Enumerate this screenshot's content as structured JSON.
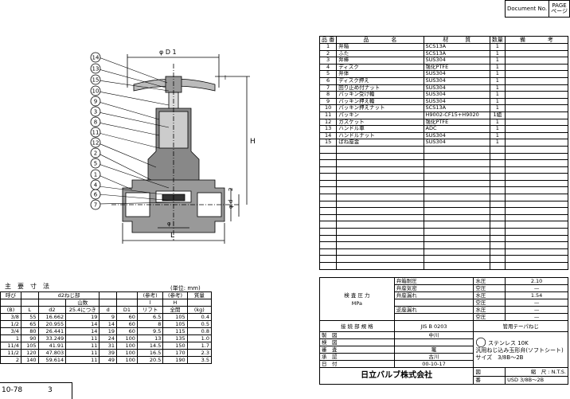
{
  "header": {
    "document_no_label": "Document No.",
    "page_label": "PAGE\nページ"
  },
  "drawing": {
    "d1_label": "φ D 1",
    "h_label": "H",
    "l_label": "L",
    "l_small": "l",
    "phi_l": "φ l",
    "phi_d": "φ d",
    "num2": "2",
    "callouts": [
      "14",
      "13",
      "15",
      "10",
      "9",
      "3",
      "8",
      "11",
      "12",
      "2",
      "5",
      "1",
      "4",
      "6",
      "7"
    ]
  },
  "parts": {
    "headers": [
      "品 番",
      "品　　　　名",
      "材　　　質",
      "数量",
      "備　　　　考"
    ],
    "rows": [
      [
        "1",
        "弁箱",
        "SCS13A",
        "1",
        ""
      ],
      [
        "2",
        "ふた",
        "SCS13A",
        "1",
        ""
      ],
      [
        "3",
        "弁棒",
        "SUS304",
        "1",
        ""
      ],
      [
        "4",
        "ディスク",
        "強化PTFE",
        "1",
        ""
      ],
      [
        "5",
        "弁体",
        "SUS304",
        "1",
        ""
      ],
      [
        "6",
        "ディスク押え",
        "SUS304",
        "1",
        ""
      ],
      [
        "7",
        "回り止め付ナット",
        "SUS304",
        "1",
        ""
      ],
      [
        "8",
        "パッキン受け輪",
        "SUS304",
        "1",
        ""
      ],
      [
        "9",
        "パッキン押え輪",
        "SUS304",
        "1",
        ""
      ],
      [
        "10",
        "パッキン押えナット",
        "SCS13A",
        "1",
        ""
      ],
      [
        "11",
        "パッキン",
        "H9002-CF15+H9020",
        "1組",
        ""
      ],
      [
        "12",
        "ガスケット",
        "強化PTFE",
        "1",
        ""
      ],
      [
        "13",
        "ハンドル車",
        "ADC",
        "1",
        ""
      ],
      [
        "14",
        "ハンドルナット",
        "SUS304",
        "1",
        ""
      ],
      [
        "15",
        "ばね座金",
        "SUS304",
        "1",
        ""
      ]
    ],
    "empty_rows": 18
  },
  "inspection": {
    "label": "検 査 圧 力",
    "unit": "MPa",
    "rows": [
      [
        "弁箱耐圧",
        "",
        "水圧",
        "2.10"
      ],
      [
        "弁座気密",
        "",
        "空圧",
        "—"
      ],
      [
        "弁座漏れ",
        "",
        "水圧",
        "1.54"
      ],
      [
        "",
        "",
        "空圧",
        "—"
      ],
      [
        "逆座漏れ",
        "",
        "水圧",
        "—"
      ],
      [
        "",
        "",
        "空圧",
        "—"
      ]
    ],
    "connection_label": "接 続 部 規 格",
    "connection_value": "JIS B 0203",
    "connection_note": "管用テーパねじ",
    "approvals": [
      {
        "label": "製　図",
        "value": "中川"
      },
      {
        "label": "検　図",
        "value": ""
      },
      {
        "label": "審　査",
        "value": "竃"
      },
      {
        "label": "承　認",
        "value": "古川"
      },
      {
        "label": "日　付",
        "value": "00-10-17"
      }
    ],
    "product_line1": "ステンレス 10K",
    "product_line2": "汎用ねじ込み玉形弁(ソフトシート)",
    "size_label": "サイズ",
    "size_value": "3/8B～2B",
    "company": "日立バルブ株式会社",
    "fig_label": "図",
    "scale_label": "縮　尺 : N.T.S.",
    "no_label": "番",
    "drawing_no": "USD 3/8B～2B"
  },
  "dims": {
    "title": "主　要　寸　法",
    "unit": "(単位: mm)",
    "h1": [
      "呼び",
      "",
      "d2ねじ部",
      "",
      "",
      "",
      "(参考)",
      "(参考)",
      "質量"
    ],
    "h2": [
      "",
      "",
      "",
      "山数",
      "",
      "",
      "l",
      "H",
      ""
    ],
    "h3": [
      "(B)",
      "L",
      "d2",
      "25.4につき",
      "d",
      "D1",
      "リフト",
      "全開",
      "(kg)"
    ],
    "rows": [
      [
        "3/8",
        "55",
        "16.662",
        "19",
        "9",
        "60",
        "6.5",
        "105",
        "0.4"
      ],
      [
        "1/2",
        "65",
        "20.955",
        "14",
        "14",
        "60",
        "8",
        "105",
        "0.5"
      ],
      [
        "3/4",
        "80",
        "26.441",
        "14",
        "19",
        "60",
        "9.5",
        "115",
        "0.8"
      ],
      [
        "1",
        "90",
        "33.249",
        "11",
        "24",
        "100",
        "13",
        "135",
        "1.0"
      ],
      [
        "11/4",
        "105",
        "41.91",
        "11",
        "31",
        "100",
        "14.5",
        "150",
        "1.7"
      ],
      [
        "11/2",
        "120",
        "47.803",
        "11",
        "39",
        "100",
        "16.5",
        "170",
        "2.3"
      ],
      [
        "2",
        "140",
        "59.614",
        "11",
        "49",
        "100",
        "20.5",
        "190",
        "3.5"
      ]
    ]
  },
  "footer": {
    "code": "10-78",
    "page": "3"
  }
}
